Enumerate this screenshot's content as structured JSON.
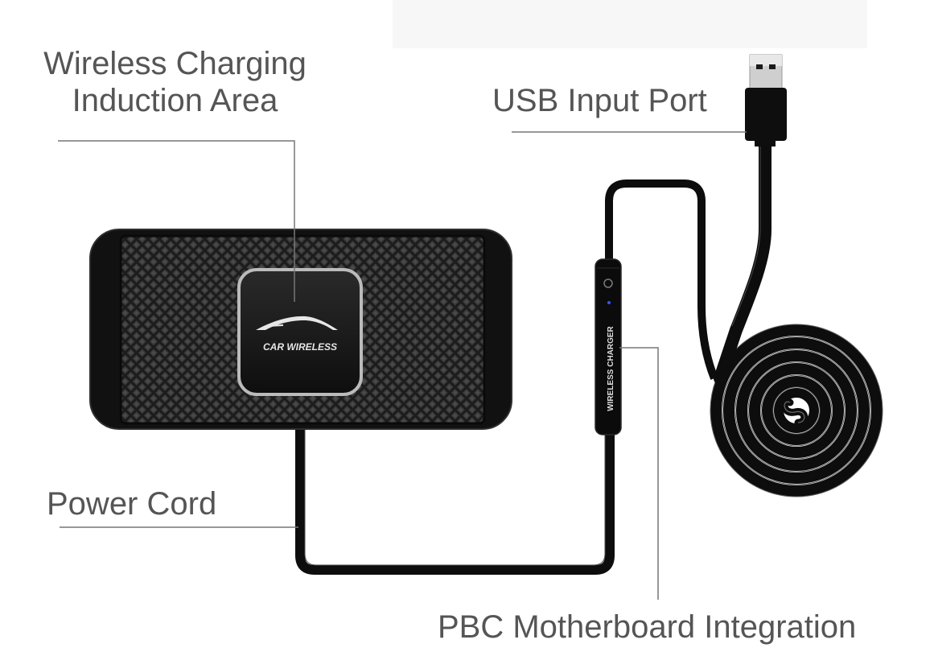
{
  "labels": {
    "induction_line1": "Wireless Charging",
    "induction_line2": "Induction Area",
    "usb": "USB Input Port",
    "power": "Power Cord",
    "pbc": "PBC Motherboard Integration"
  },
  "product": {
    "pad_badge": "CAR WIRELESS",
    "module_text": "WIRELESS CHARGER"
  },
  "colors": {
    "label": "#555555",
    "leader": "#777777",
    "device": "#111111",
    "cable": "#0d0d0d",
    "badge_border": "#bbbbbb"
  }
}
